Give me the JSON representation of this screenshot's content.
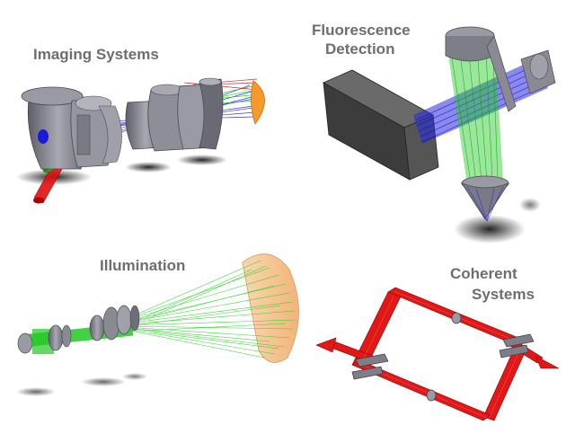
{
  "labels": {
    "imaging": "Imaging Systems",
    "fluorescence_line1": "Fluorescence",
    "fluorescence_line2": "Detection",
    "illumination": "Illumination",
    "coherent_line1": "Coherent",
    "coherent_line2": "Systems"
  },
  "colors": {
    "lens_gray": "#8a8a94",
    "ray_blue": "#1a1ad8",
    "ray_green": "#16d016",
    "ray_red": "#e01010",
    "target_orange": "#f59a2a",
    "detector_dark": "#3c3c3c",
    "label_gray": "#6e6e6e"
  }
}
